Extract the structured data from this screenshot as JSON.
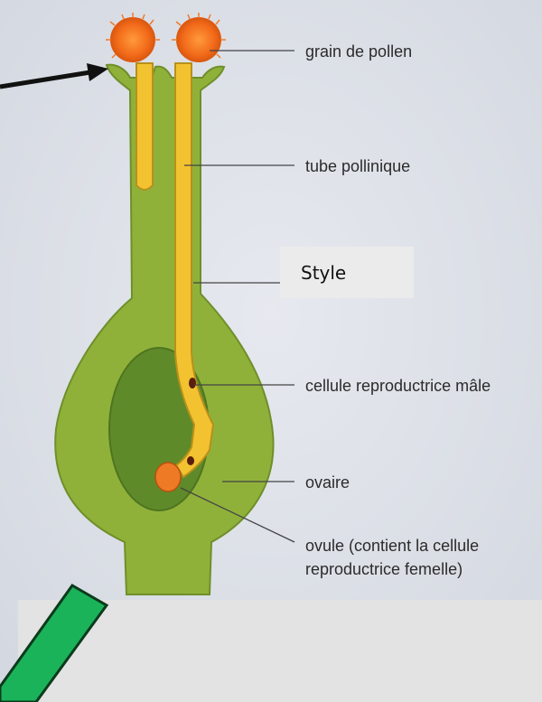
{
  "labels": {
    "grain": "grain de pollen",
    "tube": "tube pollinique",
    "style": "Style",
    "cellule_male": "cellule reproductrice mâle",
    "ovaire": "ovaire",
    "ovule_line1": "ovule (contient la cellule",
    "ovule_line2": "reproductrice femelle)"
  },
  "colors": {
    "page_bg": "#dcdfe6",
    "bottom_panel": "#e3e3e3",
    "pistil_green": "#8fb13a",
    "pistil_edge": "#6f8f2a",
    "ovary_cavity": "#5f8a2a",
    "tube_yellow": "#f2c230",
    "tube_edge": "#b8901a",
    "pollen_orange": "#f07020",
    "ovule_orange": "#ee7a25",
    "style_box": "#ebebeb",
    "marker_green": "#1ab35a",
    "leader": "#444444",
    "arrow": "#111111"
  }
}
